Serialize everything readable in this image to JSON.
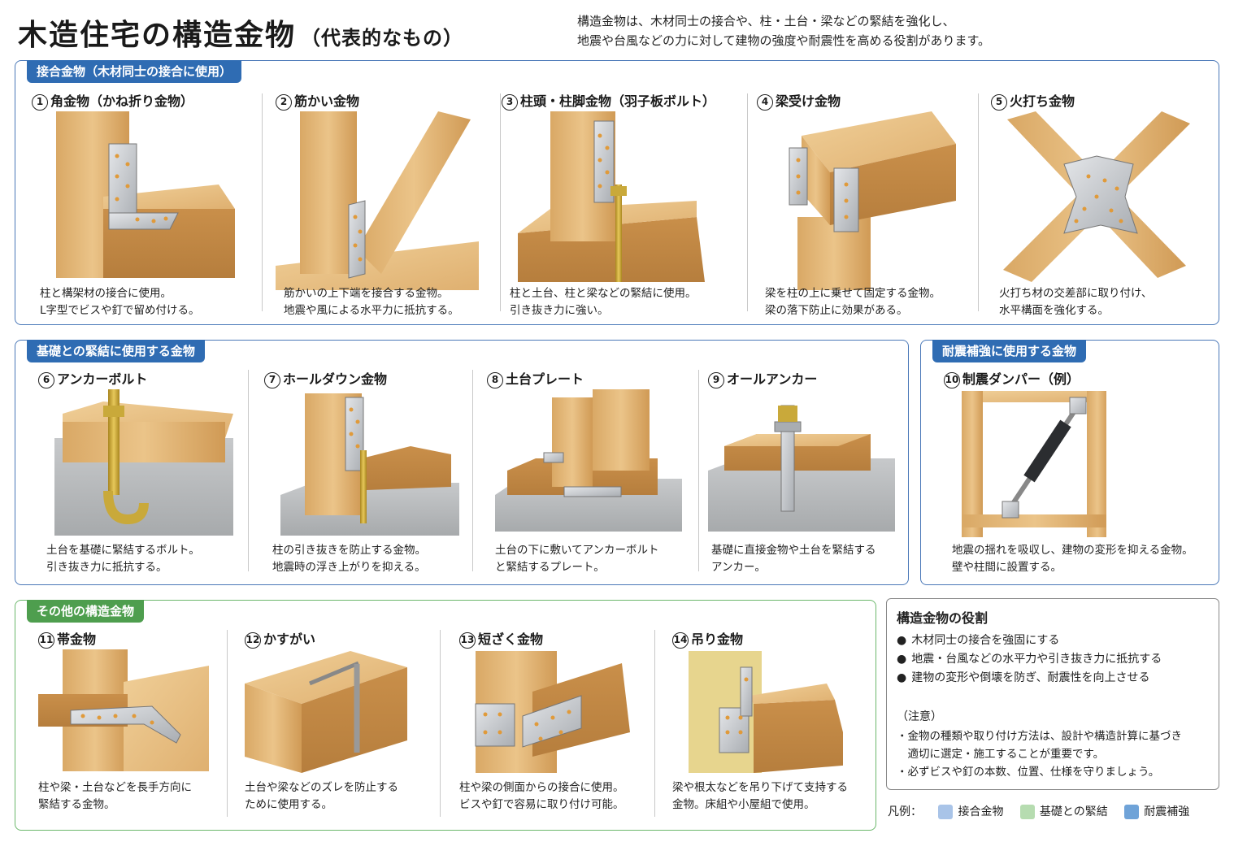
{
  "header": {
    "title": "木造住宅の構造金物",
    "subtitle": "（代表的なもの）",
    "desc_line1": "構造金物は、木材同士の接合や、柱・土台・梁などの緊結を強化し、",
    "desc_line2": "地震や台風などの力に対して建物の強度や耐震性を高める役割があります。"
  },
  "sections": {
    "joint": {
      "label": "接合金物（木材同士の接合に使用）",
      "items": [
        {
          "num": "1",
          "title": "角金物（かね折り金物）",
          "desc1": "柱と構架材の接合に使用。",
          "desc2": "L字型でビスや釘で留め付ける。"
        },
        {
          "num": "2",
          "title": "筋かい金物",
          "desc1": "筋かいの上下端を接合する金物。",
          "desc2": "地震や風による水平力に抵抗する。"
        },
        {
          "num": "3",
          "title": "柱頭・柱脚金物（羽子板ボルト）",
          "desc1": "柱と土台、柱と梁などの緊結に使用。",
          "desc2": "引き抜き力に強い。"
        },
        {
          "num": "4",
          "title": "梁受け金物",
          "desc1": "梁を柱の上に乗せて固定する金物。",
          "desc2": "梁の落下防止に効果がある。"
        },
        {
          "num": "5",
          "title": "火打ち金物",
          "desc1": "火打ち材の交差部に取り付け、",
          "desc2": "水平構面を強化する。"
        }
      ]
    },
    "foundation": {
      "label": "基礎との緊結に使用する金物",
      "items": [
        {
          "num": "6",
          "title": "アンカーボルト",
          "desc1": "土台を基礎に緊結するボルト。",
          "desc2": "引き抜き力に抵抗する。"
        },
        {
          "num": "7",
          "title": "ホールダウン金物",
          "desc1": "柱の引き抜きを防止する金物。",
          "desc2": "地震時の浮き上がりを抑える。"
        },
        {
          "num": "8",
          "title": "土台プレート",
          "desc1": "土台の下に敷いてアンカーボルト",
          "desc2": "と緊結するプレート。"
        },
        {
          "num": "9",
          "title": "オールアンカー",
          "desc1": "基礎に直接金物や土台を緊結する",
          "desc2": "アンカー。"
        }
      ]
    },
    "seismic": {
      "label": "耐震補強に使用する金物",
      "items": [
        {
          "num": "10",
          "title": "制震ダンパー（例）",
          "desc1": "地震の揺れを吸収し、建物の変形を抑える金物。",
          "desc2": "壁や柱間に設置する。"
        }
      ]
    },
    "other": {
      "label": "その他の構造金物",
      "items": [
        {
          "num": "11",
          "title": "帯金物",
          "desc1": "柱や梁・土台などを長手方向に",
          "desc2": "緊結する金物。"
        },
        {
          "num": "12",
          "title": "かすがい",
          "desc1": "土台や梁などのズレを防止する",
          "desc2": "ために使用する。"
        },
        {
          "num": "13",
          "title": "短ざく金物",
          "desc1": "柱や梁の側面からの接合に使用。",
          "desc2": "ビスや釘で容易に取り付け可能。"
        },
        {
          "num": "14",
          "title": "吊り金物",
          "desc1": "梁や根太などを吊り下げて支持する",
          "desc2": "金物。床組や小屋組で使用。"
        }
      ]
    }
  },
  "role": {
    "title": "構造金物の役割",
    "points": [
      "木材同士の接合を強固にする",
      "地震・台風などの水平力や引き抜き力に抵抗する",
      "建物の変形や倒壊を防ぎ、耐震性を向上させる"
    ],
    "note_heading": "（注意）",
    "notes": [
      "・金物の種類や取り付け方法は、設計や構造計算に基づき",
      "　適切に選定・施工することが重要です。",
      "・必ずビスや釘の本数、位置、仕様を守りましょう。"
    ]
  },
  "legend": {
    "label": "凡例：",
    "entries": [
      {
        "label": "接合金物",
        "color": "#a9c4e8"
      },
      {
        "label": "基礎との緊結",
        "color": "#b6dcb0"
      },
      {
        "label": "耐震補強",
        "color": "#6fa3d8"
      }
    ]
  },
  "colors": {
    "joint_blue": "#2f6cb3",
    "other_green": "#4e9e4e",
    "wood": "#e2b777",
    "wood_dark": "#b98a4c",
    "metal": "#c9ccd0",
    "concrete": "#b9bbbd"
  }
}
